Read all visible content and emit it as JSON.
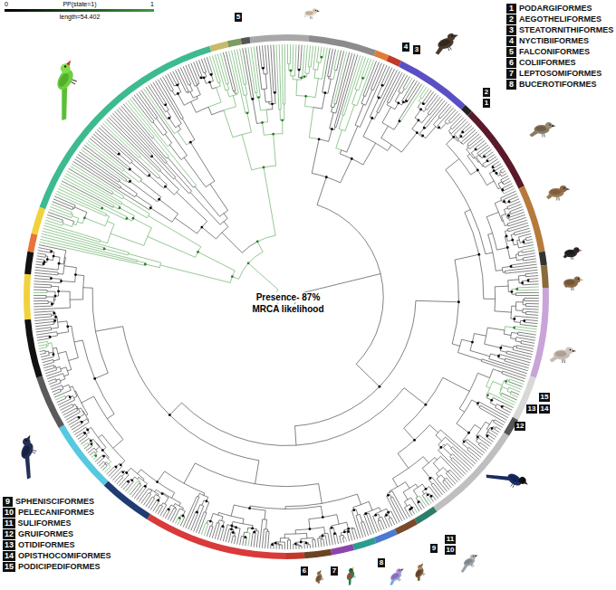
{
  "diagram": {
    "nodes": [
      {
        "text": [
          "1",
          "PODARGIFORMES"
        ]
      },
      {
        "text": [
          "2",
          "AEGOTHELIFORMES"
        ]
      },
      {
        "text": [
          "3",
          "STEATORNITHIFORMES"
        ]
      },
      {
        "text": [
          "4",
          "NYCTIBIIFORMES"
        ]
      },
      {
        "text": [
          "5",
          "FALCONIFORMES"
        ]
      },
      {
        "text": [
          "6",
          "COLIIFORMES"
        ]
      },
      {
        "text": [
          "7",
          "LEPTOSOMIFORMES"
        ]
      },
      {
        "text": [
          "8",
          "BUCEROTIFORMES"
        ]
      },
      {
        "text": [
          "5"
        ]
      },
      {
        "text": [
          "4"
        ]
      },
      {
        "text": [
          "3"
        ]
      },
      {
        "text": [
          "2"
        ]
      },
      {
        "text": [
          "1"
        ]
      },
      {
        "text": [
          "15"
        ]
      },
      {
        "text": [
          "13"
        ]
      },
      {
        "text": [
          "14"
        ]
      },
      {
        "text": [
          "12"
        ]
      },
      {
        "text": [
          "11"
        ]
      },
      {
        "text": [
          "10"
        ]
      },
      {
        "text": [
          "9"
        ]
      },
      {
        "text": [
          "8"
        ]
      },
      {
        "text": [
          "7"
        ]
      },
      {
        "text": [
          "6"
        ]
      },
      {
        "text": [
          "9",
          "SPHENISCIFORMES"
        ]
      },
      {
        "text": [
          "10",
          "PELECANIFORMES"
        ]
      },
      {
        "text": [
          "11",
          "SULIFORMES"
        ]
      },
      {
        "text": [
          "12",
          "GRUIFORMES"
        ]
      },
      {
        "text": [
          "13",
          "OTIDIFORMES"
        ]
      },
      {
        "text": [
          "14",
          "OPISTHOCOMIFORMES"
        ]
      },
      {
        "text": [
          "15",
          "PODICIPEDIFORMES"
        ]
      }
    ],
    "labels": [
      "0",
      "PP(state=1)",
      "1",
      "length=54.402",
      "Presence- 87%",
      "MRCA likelihood"
    ]
  }
}
